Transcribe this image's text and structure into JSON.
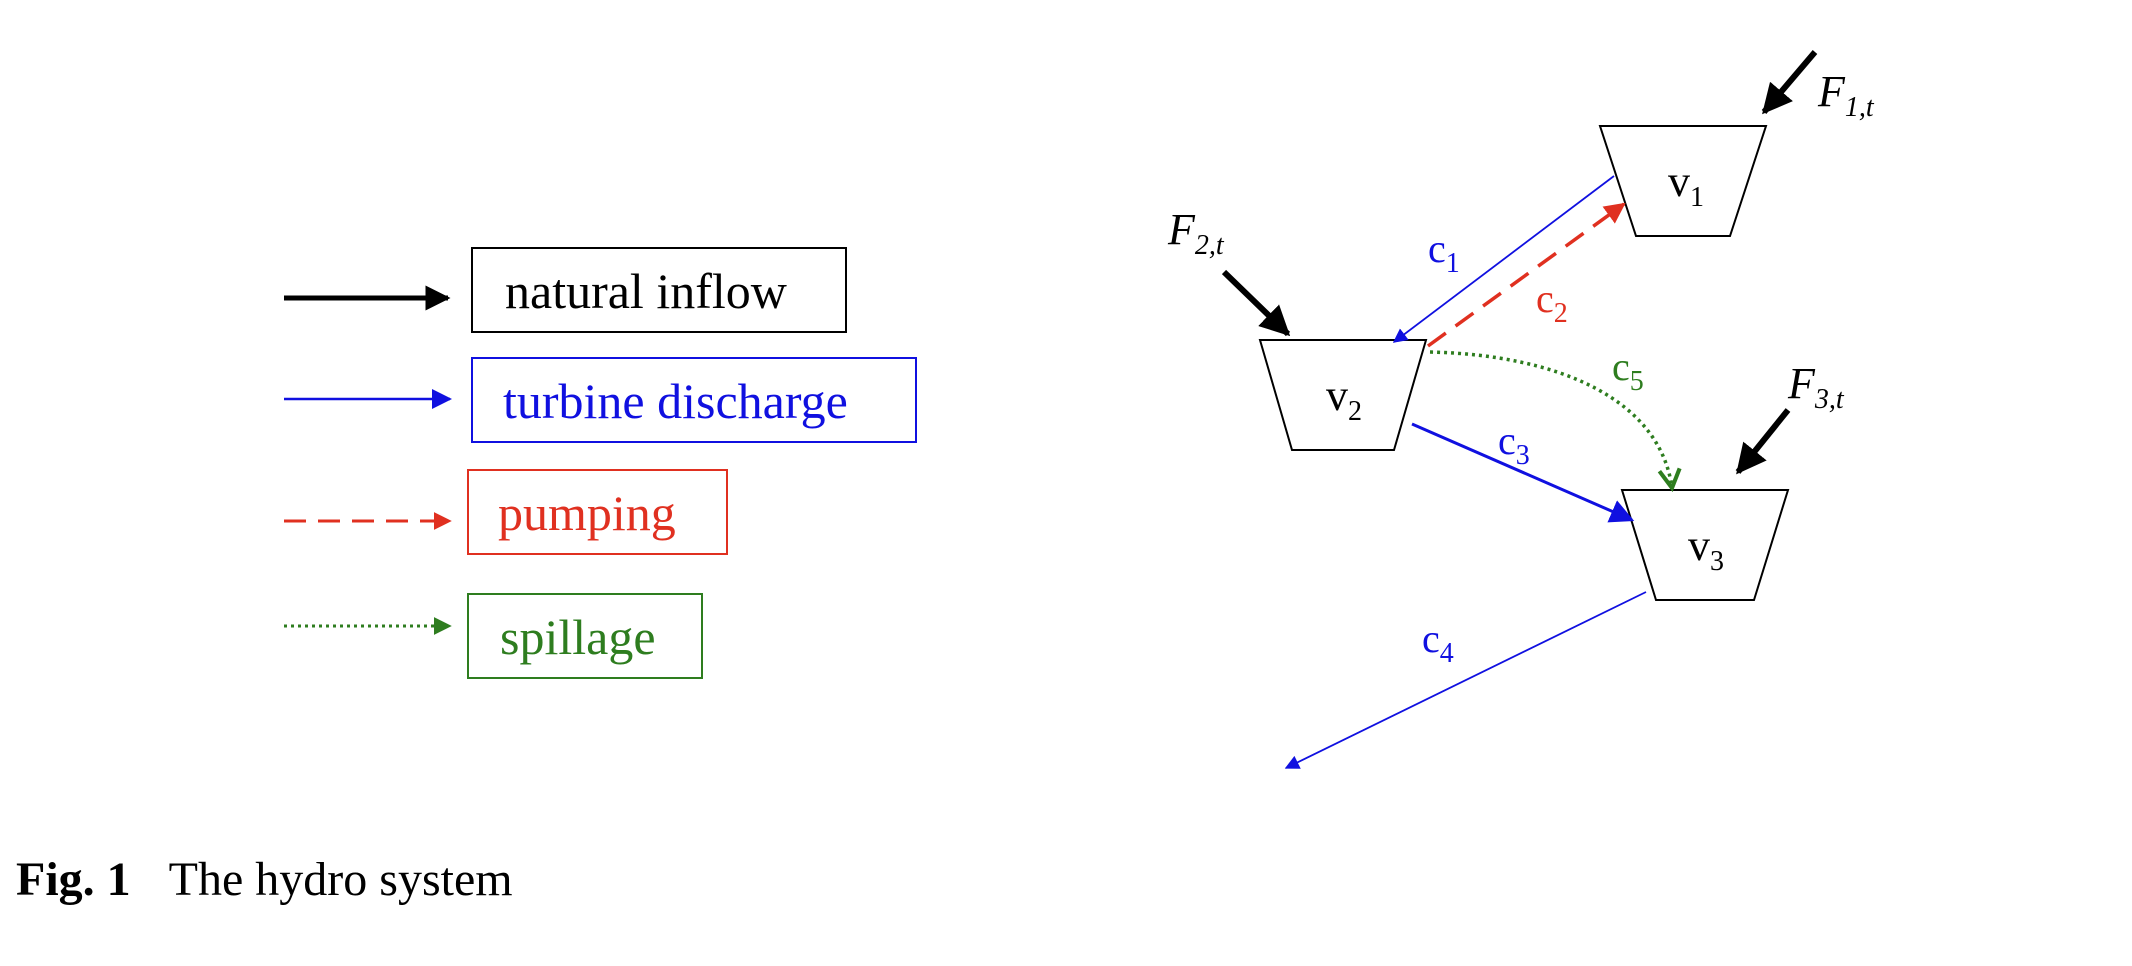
{
  "legend": {
    "items": [
      {
        "label": "natural inflow",
        "color": "#000000",
        "style": "thick-solid"
      },
      {
        "label": "turbine discharge",
        "color": "#1010e0",
        "style": "thin-solid"
      },
      {
        "label": "pumping",
        "color": "#e03020",
        "style": "dashed"
      },
      {
        "label": "spillage",
        "color": "#2e7d1f",
        "style": "dotted"
      }
    ]
  },
  "diagram": {
    "reservoirs": [
      {
        "letter": "v",
        "sub": "1"
      },
      {
        "letter": "v",
        "sub": "2"
      },
      {
        "letter": "v",
        "sub": "3"
      }
    ],
    "inflows": [
      {
        "letter": "F",
        "sub": "1,t"
      },
      {
        "letter": "F",
        "sub": "2,t"
      },
      {
        "letter": "F",
        "sub": "3,t"
      }
    ],
    "channels": [
      {
        "letter": "c",
        "sub": "1",
        "color": "#1010e0"
      },
      {
        "letter": "c",
        "sub": "2",
        "color": "#e03020"
      },
      {
        "letter": "c",
        "sub": "3",
        "color": "#1010e0"
      },
      {
        "letter": "c",
        "sub": "4",
        "color": "#1010e0"
      },
      {
        "letter": "c",
        "sub": "5",
        "color": "#2e7d1f"
      }
    ]
  },
  "caption": {
    "label": "Fig. 1",
    "text": "The hydro system"
  }
}
